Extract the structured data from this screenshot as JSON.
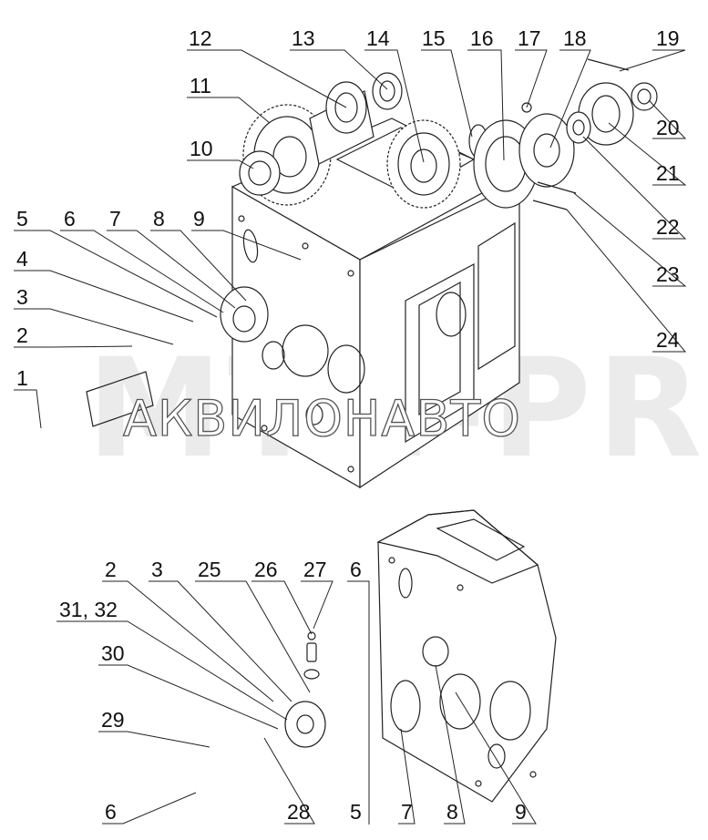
{
  "watermark_back": "MTZ-PRO",
  "watermark_front": "АКВИЛОНАВТО",
  "top_labels": [
    "12",
    "13",
    "14",
    "15",
    "16",
    "17",
    "18",
    "19",
    "11",
    "20",
    "10",
    "21",
    "22",
    "5",
    "6",
    "7",
    "8",
    "9",
    "4",
    "23",
    "3",
    "24",
    "2",
    "1"
  ],
  "bottom_labels": [
    "2",
    "3",
    "25",
    "26",
    "27",
    "6",
    "31, 32",
    "30",
    "29",
    "6",
    "28",
    "5",
    "7",
    "8",
    "9"
  ]
}
